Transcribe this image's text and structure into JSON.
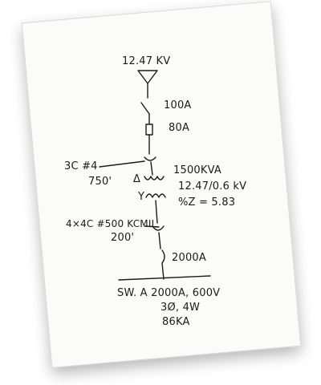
{
  "diagram": {
    "source_voltage": "12.47 KV",
    "breaker_rating": "100A",
    "fuse_rating": "80A",
    "primary_cable": "3C #4",
    "primary_cable_length": "750'",
    "transformer_primary_symbol": "Δ",
    "transformer_secondary_symbol": "Y",
    "transformer_rating": "1500KVA",
    "transformer_voltage": "12.47/0.6 kV",
    "transformer_impedance": "%Z = 5.83",
    "secondary_cable": "4×4C #500 KCMIL",
    "secondary_cable_length": "200'",
    "main_breaker_rating": "2000A",
    "switchgear_label": "SW. A  2000A, 600V",
    "switchgear_phase": "3Ø, 4W",
    "switchgear_fault": "86KA"
  },
  "colors": {
    "ink": "#1b1b1b",
    "paper": "#fbfbf9"
  }
}
